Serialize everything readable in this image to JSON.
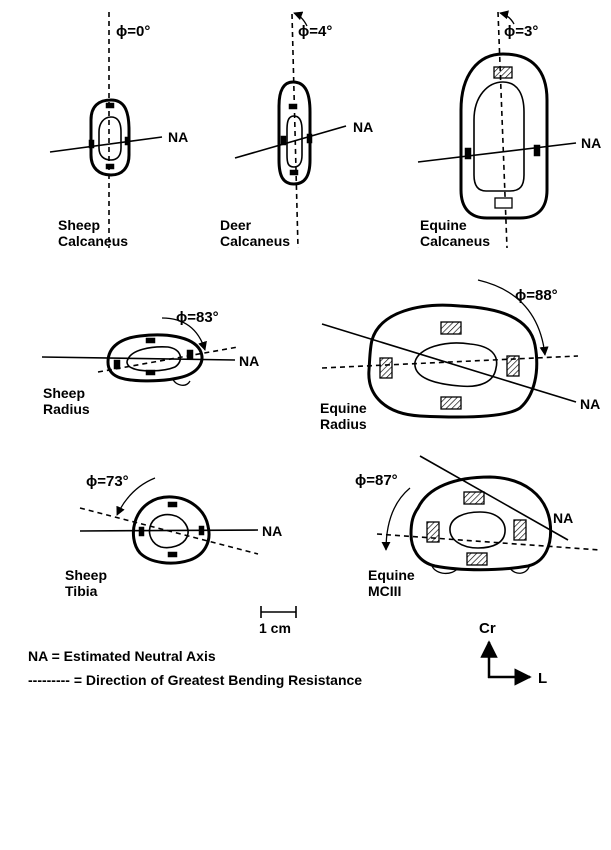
{
  "specimens": [
    {
      "id": "sheep-calcaneus",
      "angle": "ϕ=0°",
      "name": [
        "Sheep",
        "Calcaneus"
      ],
      "na": "NA"
    },
    {
      "id": "deer-calcaneus",
      "angle": "ϕ=4°",
      "name": [
        "Deer",
        "Calcaneus"
      ],
      "na": "NA"
    },
    {
      "id": "equine-calcaneus",
      "angle": "ϕ=3°",
      "name": [
        "Equine",
        "Calcaneus"
      ],
      "na": "NA"
    },
    {
      "id": "sheep-radius",
      "angle": "ϕ=83°",
      "name": [
        "Sheep",
        "Radius"
      ],
      "na": "NA"
    },
    {
      "id": "equine-radius",
      "angle": "ϕ=88°",
      "name": [
        "Equine",
        "Radius"
      ],
      "na": "NA"
    },
    {
      "id": "sheep-tibia",
      "angle": "ϕ=73°",
      "name": [
        "Sheep",
        "Tibia"
      ],
      "na": "NA"
    },
    {
      "id": "equine-mciii",
      "angle": "ϕ=87°",
      "name": [
        "Equine",
        "MCIII"
      ],
      "na": "NA"
    }
  ],
  "scale_bar": "1 cm",
  "legend": {
    "na_line": "NA = Estimated Neutral Axis",
    "dashed_line": "---------  = Direction of Greatest Bending Resistance"
  },
  "orientation": {
    "up": "Cr",
    "right": "L"
  }
}
